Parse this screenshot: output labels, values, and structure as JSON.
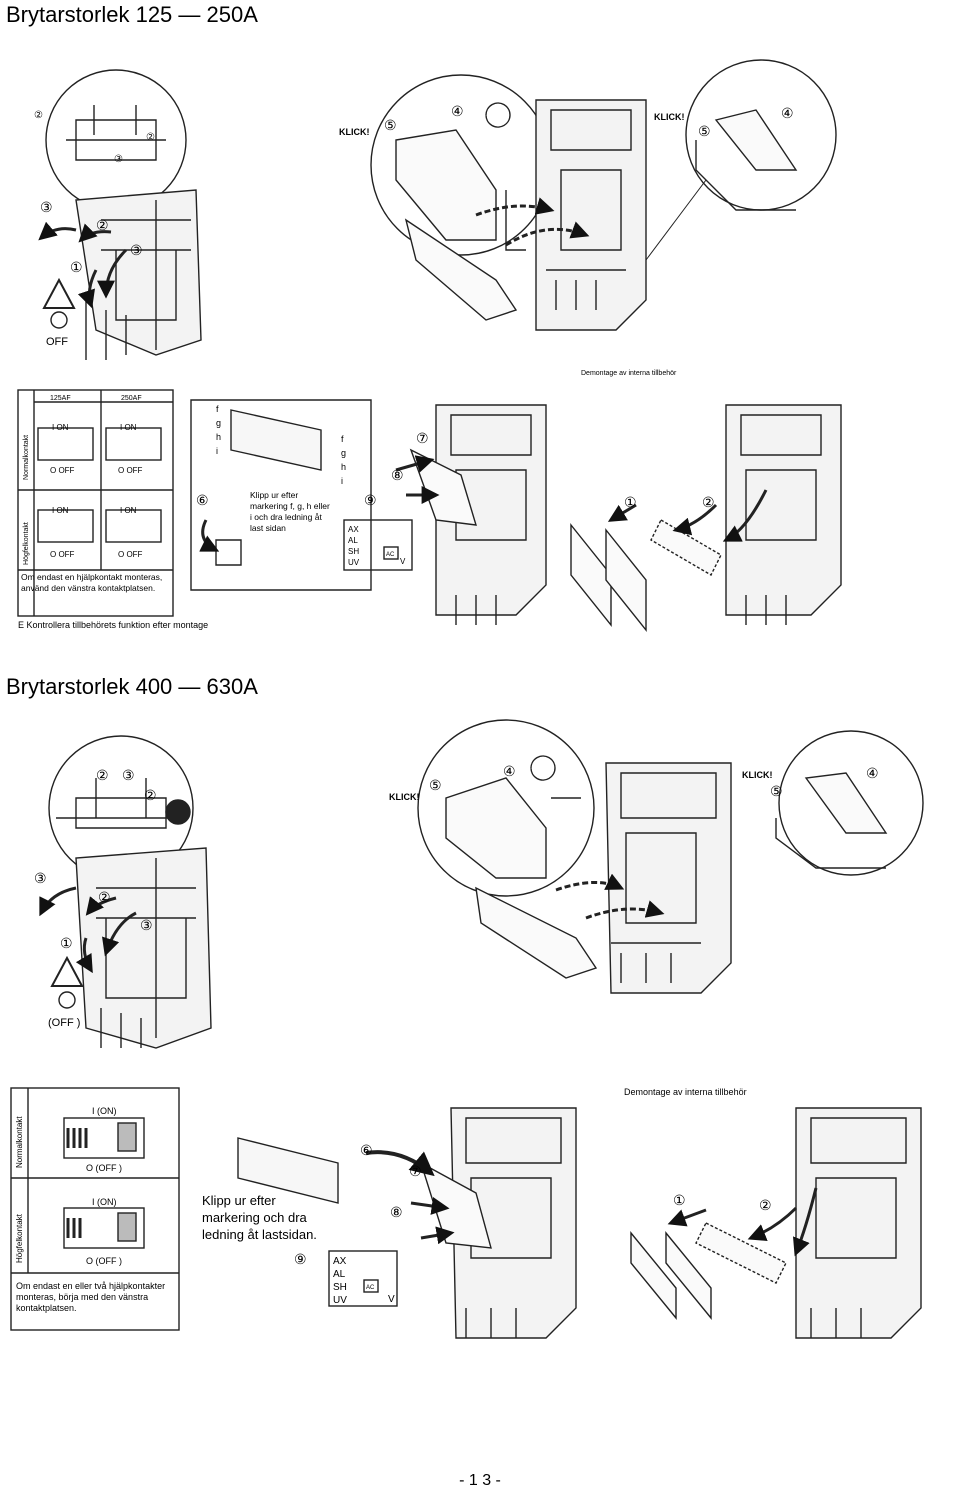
{
  "section1": {
    "title": "Brytarstorlek 125 — 250A",
    "top": {
      "klick_left": "KLICK!",
      "klick_right": "KLICK!",
      "steps_left": [
        "①",
        "②",
        "③",
        "②",
        "②",
        "③",
        "③"
      ],
      "steps_mid": [
        "⑤",
        "④"
      ],
      "steps_right": [
        "⑤",
        "④"
      ],
      "off_label": "OFF",
      "demontage_label": "Demontage av interna tillbehör"
    },
    "table": {
      "col_125": "125AF",
      "col_250": "250AF",
      "row_normal": "Normalkontakt",
      "row_fel": "Högfelkontakt",
      "on": "I ON",
      "off": "O OFF",
      "note": "Om endast en hjälpkontakt monteras, använd den vänstra kontaktplatsen.",
      "footnote": "E Kontrollera tillbehörets funktion efter montage"
    },
    "cut": {
      "letters": [
        "f",
        "g",
        "h",
        "i"
      ],
      "letters_right": [
        "f",
        "g",
        "h",
        "i"
      ],
      "step6": "⑥",
      "text": "Klipp ur efter markering f, g, h eller i och dra ledning åt last sidan"
    },
    "assembly": {
      "step7": "⑦",
      "step8": "⑧",
      "step9": "⑨",
      "ax": "AX",
      "al": "AL",
      "sh": "SH",
      "uv": "UV",
      "v": "V",
      "ac": "AC"
    },
    "removal": {
      "step1": "①",
      "step2": "②"
    }
  },
  "section2": {
    "title": "Brytarstorlek 400 — 630A",
    "top": {
      "klick_left": "KLICK!",
      "klick_right": "KLICK!",
      "steps_left": [
        "②",
        "③",
        "②",
        "③",
        "②",
        "③",
        "①"
      ],
      "steps_mid": [
        "⑤",
        "④"
      ],
      "steps_right": [
        "⑤",
        "④"
      ],
      "off_label": "(OFF )",
      "demontage_label": "Demontage av interna tillbehör"
    },
    "table": {
      "row_normal": "Normalkontakt",
      "row_fel": "Högfelkontakt",
      "on": "I (ON)",
      "off": "O (OFF )",
      "note": "Om endast en eller två hjälpkontakter monteras, börja med den vänstra kontaktplatsen."
    },
    "cut": {
      "step6": "⑥",
      "text": "Klipp ur efter markering och dra ledning åt lastsidan."
    },
    "assembly": {
      "step7": "⑦",
      "step8": "⑧",
      "step9": "⑨",
      "ax": "AX",
      "al": "AL",
      "sh": "SH",
      "uv": "UV",
      "v": "V",
      "ac": "AC"
    },
    "removal": {
      "step1": "①",
      "step2": "②"
    }
  },
  "page_number": "- 1 3 -"
}
